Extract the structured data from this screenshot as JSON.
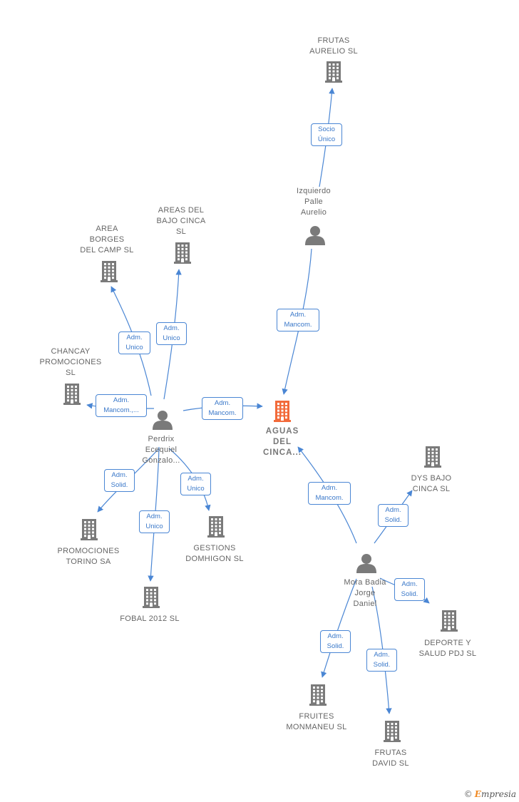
{
  "colors": {
    "edge": "#4a86d4",
    "company": "#7a7a7a",
    "focus": "#f26a3a",
    "person": "#7a7a7a"
  },
  "nodes": [
    {
      "id": "aguas",
      "kind": "company",
      "focus": true,
      "lines": [
        "AGUAS",
        "DEL",
        "CINCA..."
      ]
    },
    {
      "id": "frutas_aurelio",
      "kind": "company",
      "lines": [
        "FRUTAS",
        "AURELIO SL"
      ]
    },
    {
      "id": "izquierdo",
      "kind": "person",
      "lines": [
        "Izquierdo",
        "Palle",
        "Aurelio"
      ]
    },
    {
      "id": "areas_bajo",
      "kind": "company",
      "lines": [
        "AREAS DEL",
        "BAJO CINCA",
        "SL"
      ]
    },
    {
      "id": "area_borges",
      "kind": "company",
      "lines": [
        "AREA",
        "BORGES",
        "DEL CAMP  SL"
      ]
    },
    {
      "id": "chancay",
      "kind": "company",
      "lines": [
        "CHANCAY",
        "PROMOCIONES",
        "SL"
      ]
    },
    {
      "id": "perdrix",
      "kind": "person",
      "lines": [
        "Perdrix",
        "Ecequiel",
        "Gonzalo..."
      ]
    },
    {
      "id": "promociones_torino",
      "kind": "company",
      "lines": [
        "PROMOCIONES",
        "TORINO SA"
      ]
    },
    {
      "id": "fobal",
      "kind": "company",
      "lines": [
        "FOBAL 2012 SL"
      ]
    },
    {
      "id": "gestions",
      "kind": "company",
      "lines": [
        "GESTIONS",
        "DOMHIGON SL"
      ]
    },
    {
      "id": "dys",
      "kind": "company",
      "lines": [
        "DYS BAJO",
        "CINCA  SL"
      ]
    },
    {
      "id": "mora",
      "kind": "person",
      "lines": [
        "Mora Badia",
        "Jorge",
        "Daniel"
      ]
    },
    {
      "id": "deporte",
      "kind": "company",
      "lines": [
        "DEPORTE Y",
        "SALUD PDJ  SL"
      ]
    },
    {
      "id": "fruites",
      "kind": "company",
      "lines": [
        "FRUITES",
        "MONMANEU SL"
      ]
    },
    {
      "id": "frutas_david",
      "kind": "company",
      "lines": [
        "FRUTAS",
        "DAVID SL"
      ]
    }
  ],
  "edges": [
    {
      "from": "izquierdo",
      "to": "frutas_aurelio",
      "lines": [
        "Socio",
        "Único"
      ]
    },
    {
      "from": "izquierdo",
      "to": "aguas",
      "lines": [
        "Adm.",
        "Mancom."
      ]
    },
    {
      "from": "perdrix",
      "to": "aguas",
      "lines": [
        "Adm.",
        "Mancom."
      ]
    },
    {
      "from": "perdrix",
      "to": "area_borges",
      "lines": [
        "Adm.",
        "Unico"
      ]
    },
    {
      "from": "perdrix",
      "to": "areas_bajo",
      "lines": [
        "Adm.",
        "Unico"
      ]
    },
    {
      "from": "perdrix",
      "to": "chancay",
      "lines": [
        "Adm.",
        "Mancom.,..."
      ]
    },
    {
      "from": "perdrix",
      "to": "promociones_torino",
      "lines": [
        "Adm.",
        "Solid."
      ]
    },
    {
      "from": "perdrix",
      "to": "fobal",
      "lines": [
        "Adm.",
        "Unico"
      ]
    },
    {
      "from": "perdrix",
      "to": "gestions",
      "lines": [
        "Adm.",
        "Unico"
      ]
    },
    {
      "from": "mora",
      "to": "aguas",
      "lines": [
        "Adm.",
        "Mancom."
      ]
    },
    {
      "from": "mora",
      "to": "dys",
      "lines": [
        "Adm.",
        "Solid."
      ]
    },
    {
      "from": "mora",
      "to": "deporte",
      "lines": [
        "Adm.",
        "Solid."
      ]
    },
    {
      "from": "mora",
      "to": "fruites",
      "lines": [
        "Adm.",
        "Solid."
      ]
    },
    {
      "from": "mora",
      "to": "frutas_david",
      "lines": [
        "Adm.",
        "Solid."
      ]
    }
  ],
  "brand": {
    "symbol": "©",
    "initial": "E",
    "rest": "mpresia"
  }
}
